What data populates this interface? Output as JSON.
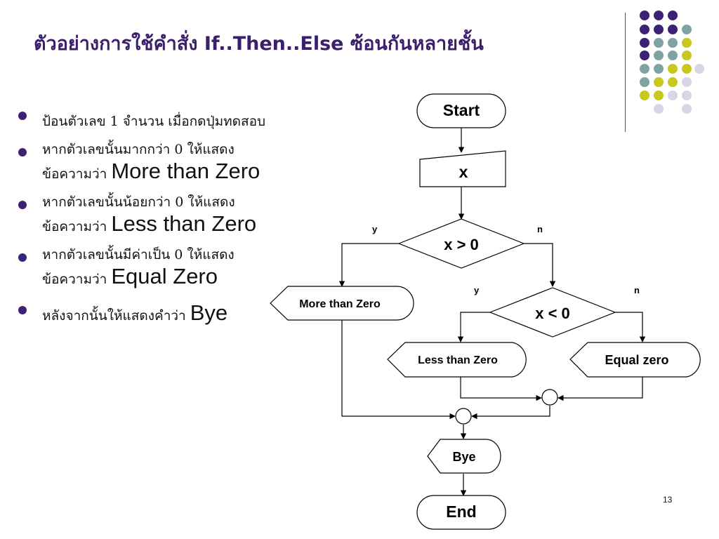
{
  "title": "ตัวอย่างการใช้คำสั่ง If..Then..Else ซ้อนกันหลายชั้น",
  "bullets": [
    {
      "th": "ป้อนตัวเลข 1 จำนวน เมื่อกดปุ่มทดสอบ",
      "en": ""
    },
    {
      "th": "หากตัวเลขนั้นมากกว่า 0 ให้แสดงข้อความว่า ",
      "en": "More than Zero"
    },
    {
      "th": "หากตัวเลขนั้นน้อยกว่า 0 ให้แสดงข้อความว่า ",
      "en": "Less than Zero"
    },
    {
      "th": "หากตัวเลขนั้นมีค่าเป็น 0 ให้แสดงข้อความว่า ",
      "en": "Equal Zero"
    },
    {
      "th": "หลังจากนั้นให้แสดงคำว่า ",
      "en": "Bye"
    }
  ],
  "flowchart": {
    "start": "Start",
    "input": "x",
    "decision1": "x > 0",
    "yes1": "y",
    "no1": "n",
    "output_more": "More than Zero",
    "decision2": "x < 0",
    "yes2": "y",
    "no2": "n",
    "output_less": "Less than Zero",
    "output_equal": "Equal zero",
    "output_bye": "Bye",
    "end": "End"
  },
  "page_number": "13",
  "colors": {
    "title": "#3b1f6b",
    "bullet": "#3d2172",
    "dot_purple": "#3d2172",
    "dot_teal": "#7fa3a3",
    "dot_yellow": "#c8c81e",
    "dot_lavender": "#d6d6e6"
  }
}
